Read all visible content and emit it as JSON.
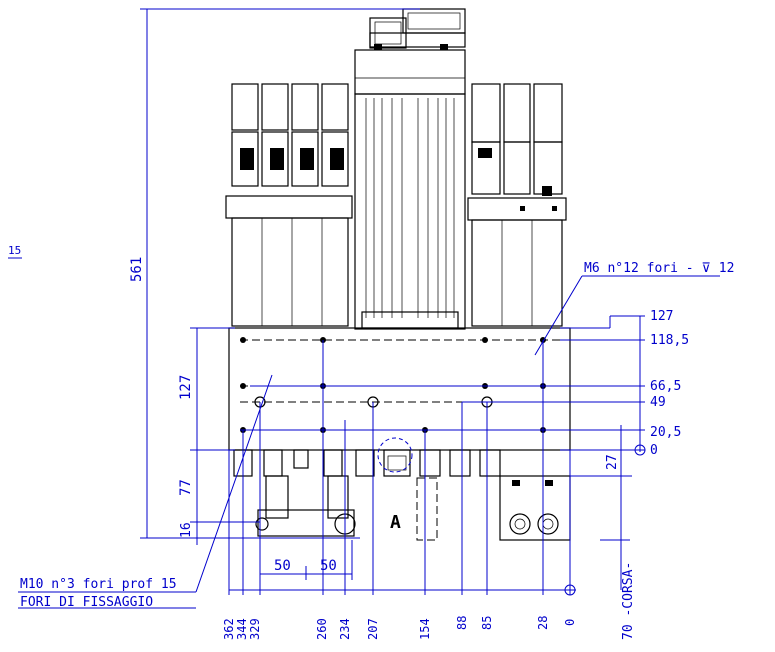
{
  "drawing": {
    "overall_height": "561",
    "left_edge_label": "15",
    "right_callout": "M6    n°12 fori - ⊽ 12",
    "left_callout_line1": "M10 n°3 fori prof 15",
    "left_callout_line2": "FORI DI FISSAGGIO",
    "view_label": "A",
    "left_vertical_dims": [
      "127",
      "77",
      "16"
    ],
    "right_vertical_dims": [
      "127",
      "118,5",
      "66,5",
      "49",
      "20,5",
      "0"
    ],
    "right_misc_dims": [
      "27",
      "70 -CORSA-"
    ],
    "bottom_horizontal_dims": [
      "362",
      "344",
      "329",
      "260",
      "234",
      "207",
      "154",
      "88",
      "85",
      "28",
      "0"
    ],
    "span_dims": [
      "50",
      "50"
    ]
  },
  "colors": {
    "dimension": "#0000cc",
    "outline": "#000000"
  }
}
